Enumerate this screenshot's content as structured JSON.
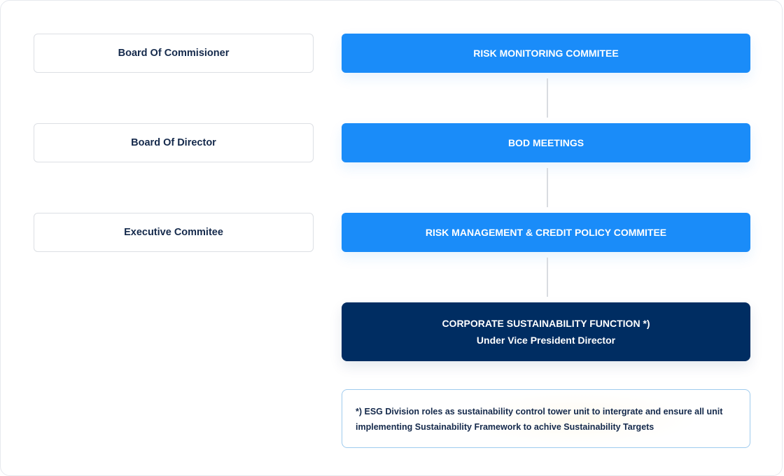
{
  "left_column": [
    {
      "label": "Board Of Commisioner"
    },
    {
      "label": "Board Of Director"
    },
    {
      "label": "Executive Commitee"
    }
  ],
  "right_column": [
    {
      "label": "RISK MONITORING COMMITEE"
    },
    {
      "label": "BOD MEETINGS"
    },
    {
      "label": "RISK MANAGEMENT & CREDIT POLICY COMMITEE"
    }
  ],
  "sustainability_box": {
    "title": "CORPORATE SUSTAINABILITY FUNCTION *)",
    "subtitle": "Under Vice President Director"
  },
  "note": {
    "line1": "*) ESG Division roles as sustainability control tower unit to intergrate and ensure all unit",
    "line2": "implementing Sustainability Framework to achive Sustainability Targets"
  },
  "colors": {
    "blue": "#1a8cf9",
    "navy": "#002d62",
    "text_dark": "#14294b",
    "connector": "#d9dce1",
    "note_border": "#9fcbee"
  }
}
